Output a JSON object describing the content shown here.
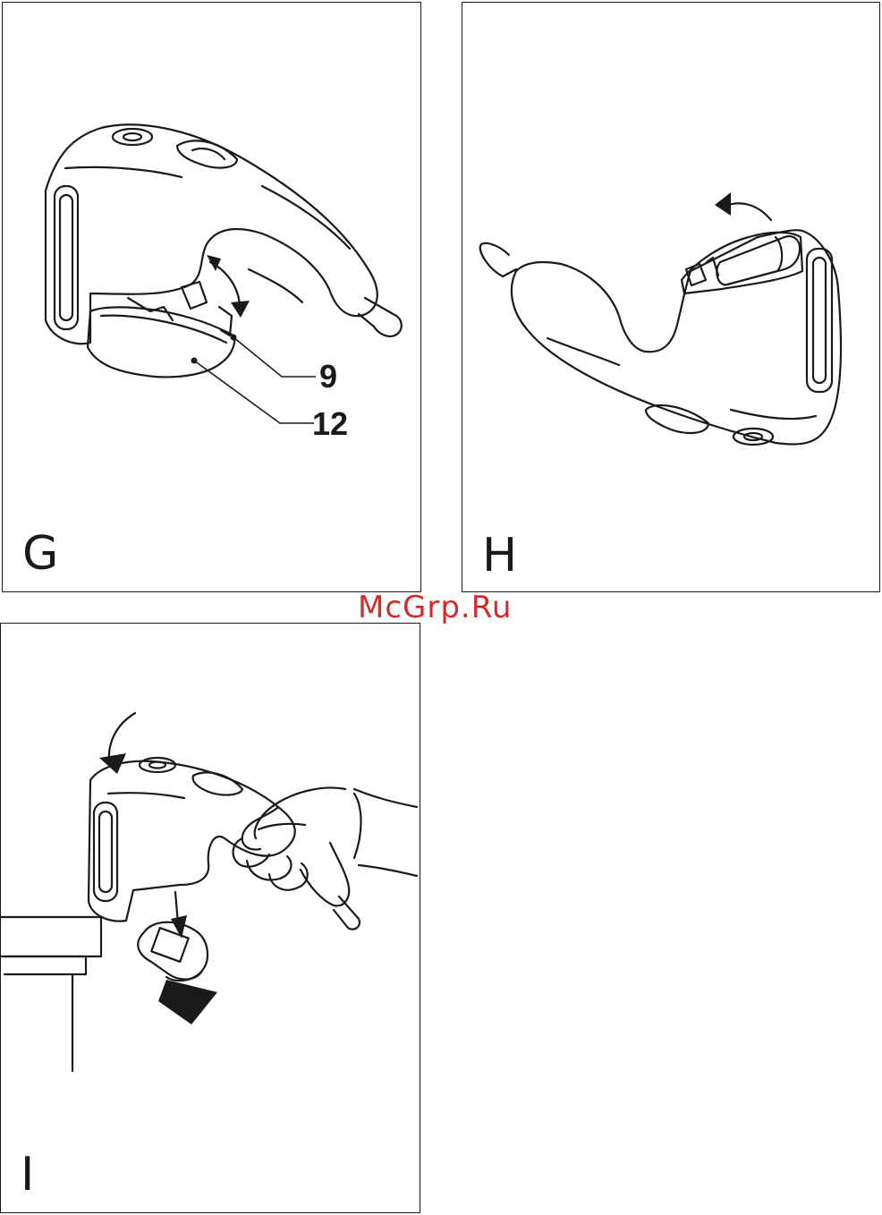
{
  "watermark": "McGrp.Ru",
  "panels": [
    {
      "id": "G",
      "letter": "G",
      "callouts": [
        "9",
        "12"
      ]
    },
    {
      "id": "H",
      "letter": "H"
    },
    {
      "id": "I",
      "letter": "I"
    }
  ]
}
